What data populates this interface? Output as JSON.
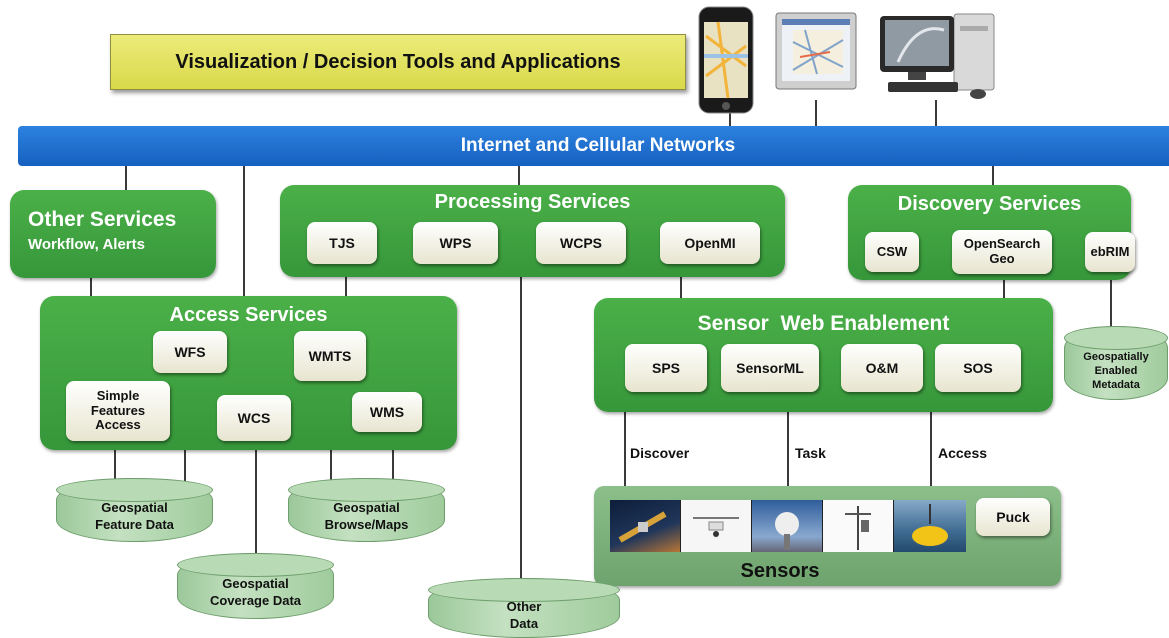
{
  "header": {
    "title": "Visualization / Decision Tools and Applications"
  },
  "network": {
    "label": "Internet and Cellular Networks"
  },
  "other_services": {
    "title": "Other Services",
    "subtitle": "Workflow, Alerts"
  },
  "processing": {
    "title": "Processing Services",
    "items": [
      "TJS",
      "WPS",
      "WCPS",
      "OpenMI"
    ]
  },
  "discovery": {
    "title": "Discovery Services",
    "items": [
      "CSW",
      "OpenSearch Geo",
      "ebRIM"
    ]
  },
  "access": {
    "title": "Access Services",
    "items": [
      "WFS",
      "WMTS",
      "Simple Features Access",
      "WCS",
      "WMS"
    ]
  },
  "swe": {
    "title": "Sensor  Web Enablement",
    "items": [
      "SPS",
      "SensorML",
      "O&M",
      "SOS"
    ]
  },
  "swe_links": [
    "Discover",
    "Task",
    "Access"
  ],
  "sensors": {
    "label": "Sensors",
    "puck": "Puck"
  },
  "stores": {
    "feature": "Geospatial Feature Data",
    "browse": "Geospatial Browse/Maps",
    "coverage": "Geospatial Coverage Data",
    "other": "Other Data",
    "metadata": "Geospatially Enabled Metadata"
  },
  "devices": [
    "smartphone-icon",
    "monitor-icon",
    "desktop-computer-icon"
  ],
  "colors": {
    "service_green": "#3ca43f",
    "network_blue": "#1b6fd0",
    "header_yellow": "#e4e35a",
    "sensor_green": "#79ae78"
  }
}
